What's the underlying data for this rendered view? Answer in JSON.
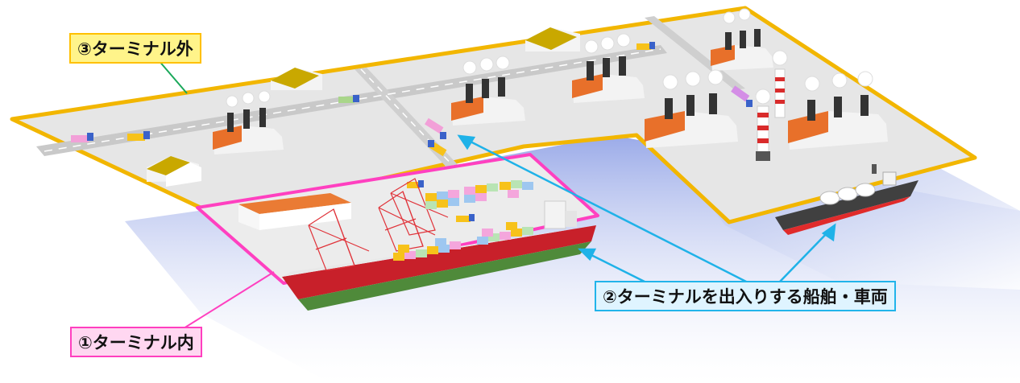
{
  "callouts": {
    "outside": "③ターミナル外",
    "inside": "①ターミナル内",
    "vessels": "②ターミナルを出入りする船舶・車両"
  },
  "colors": {
    "land": "#e6e6e6",
    "land_border": "#f2b600",
    "sea": "#a9b7ea",
    "terminal_frame": "#ff40c0",
    "arrow": "#1fb2e8",
    "outside_leader": "#1aa85a",
    "factory_roof": "#e8702a",
    "factory_wall": "#f3f3f3",
    "ship_hull": "#c8202a",
    "ship_keel": "#4f8a3a",
    "crane": "#e0333a"
  }
}
